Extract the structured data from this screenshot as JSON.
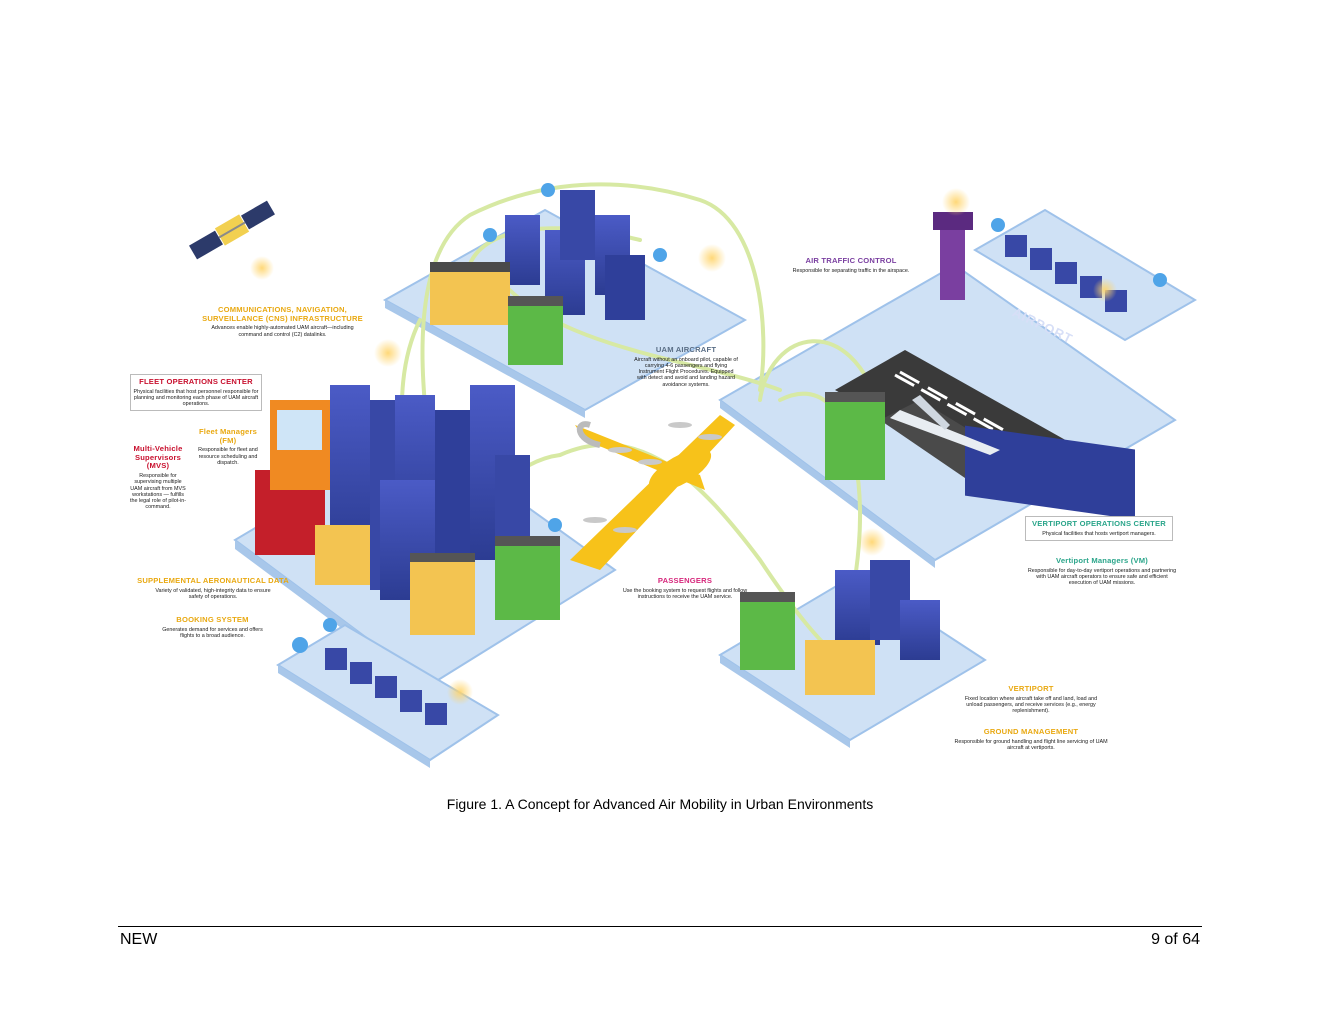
{
  "figure": {
    "caption": "Figure 1. A Concept for Advanced Air Mobility in Urban Environments",
    "labels": {
      "cns": {
        "title": "COMMUNICATIONS, NAVIGATION, SURVEILLANCE (CNS) INFRASTRUCTURE",
        "desc": "Advances enable highly-automated UAM aircraft—including command and control (C2) datalinks."
      },
      "foc": {
        "title": "FLEET OPERATIONS CENTER",
        "desc": "Physical facilities that host personnel responsible for planning and monitoring each phase of UAM aircraft operations."
      },
      "mvs": {
        "title": "Multi-Vehicle Supervisors (MVS)",
        "desc": "Responsible for supervising multiple UAM aircraft from MVS workstations — fulfills the legal role of pilot-in-command."
      },
      "fm": {
        "title": "Fleet Managers (FM)",
        "desc": "Responsible for fleet and resource scheduling and dispatch."
      },
      "sad": {
        "title": "SUPPLEMENTAL AERONAUTICAL DATA",
        "desc": "Variety of validated, high-integrity data to ensure safety of operations."
      },
      "booking": {
        "title": "BOOKING SYSTEM",
        "desc": "Generates demand for services and offers flights to a broad audience."
      },
      "uam": {
        "title": "UAM AIRCRAFT",
        "desc": "Aircraft without an onboard pilot, capable of carrying 4-6 passengers and flying Instrument Flight Procedures. Equipped with detect and avoid and landing hazard avoidance systems."
      },
      "passengers": {
        "title": "PASSENGERS",
        "desc": "Use the booking system to request flights and follow instructions to receive the UAM service."
      },
      "atc": {
        "title": "AIR TRAFFIC CONTROL",
        "desc": "Responsible for separating traffic in the airspace."
      },
      "voc": {
        "title": "VERTIPORT OPERATIONS CENTER",
        "desc": "Physical facilities that hosts vertiport managers."
      },
      "vm": {
        "title": "Vertiport Managers (VM)",
        "desc": "Responsible for day-to-day vertiport operations and partnering with UAM aircraft operators to ensure safe and efficient execution of UAM missions."
      },
      "vertiport": {
        "title": "VERTIPORT",
        "desc": "Fixed location where aircraft take off and land, load and unload passengers, and receive services (e.g., energy replenishment)."
      },
      "ground": {
        "title": "GROUND MANAGEMENT",
        "desc": "Responsible for ground handling and flight line servicing of UAM aircraft at vertiports."
      },
      "airport_sign": "AIRPORT"
    },
    "colors": {
      "platform": "#cfe1f5",
      "platform_edge": "#9fc2ea",
      "building_blue": "#3f4fb4",
      "building_dark": "#283a8c",
      "vertiport_green": "#5cb947",
      "aircraft_yellow": "#f7c21a",
      "route_green": "#d7e9a3"
    }
  },
  "footer": {
    "left": "NEW",
    "right": "9 of 64"
  }
}
